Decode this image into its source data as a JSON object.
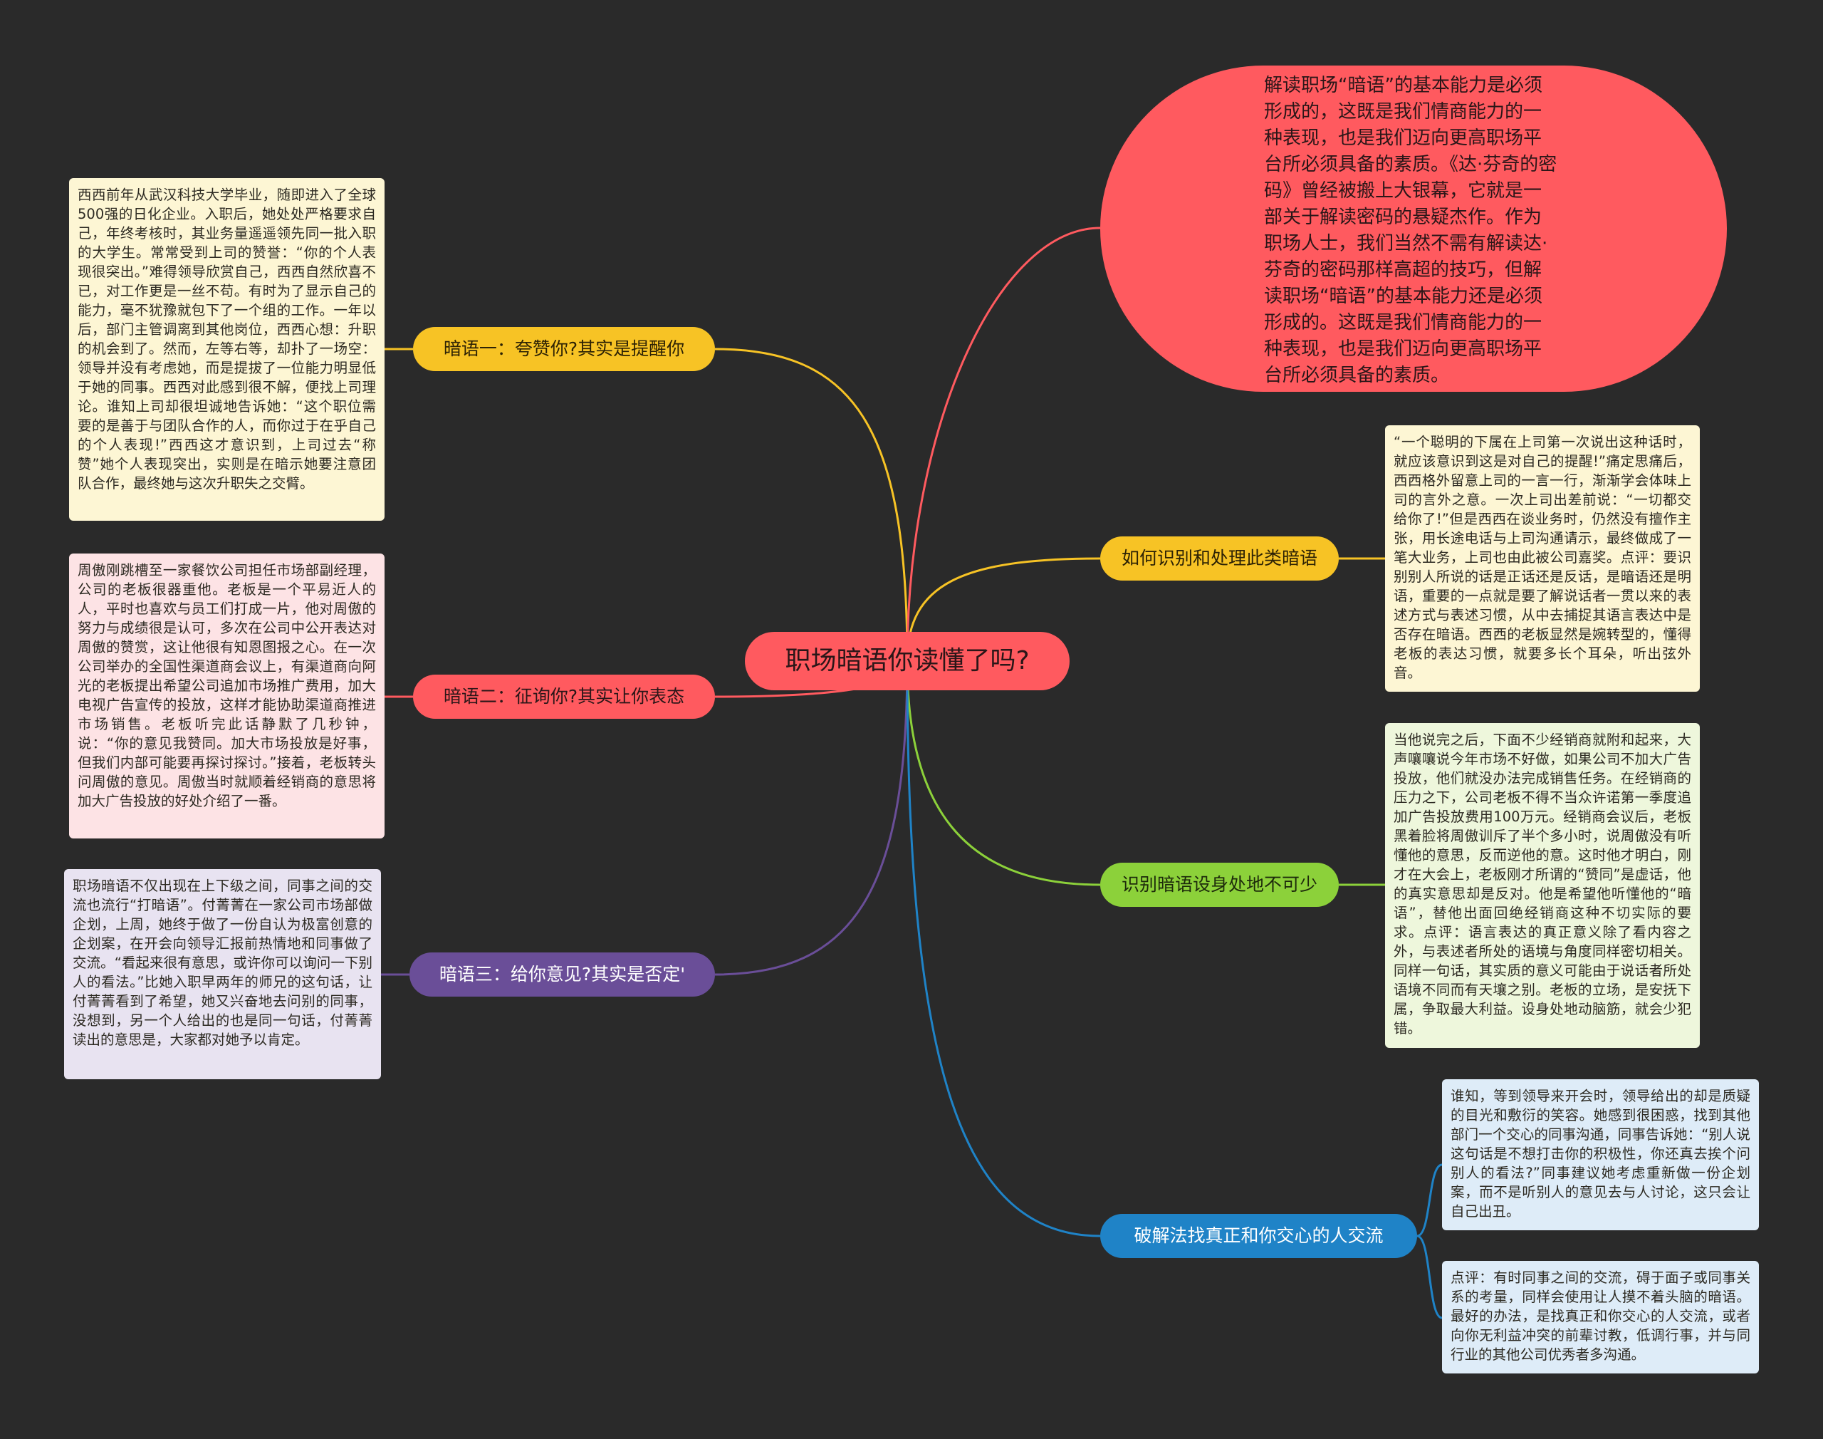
{
  "mindmap": {
    "central": "职场暗语你读懂了吗?",
    "right_summary": "解读职场“暗语”的基本能力是必须形成的，这既是我们情商能力的一种表现，也是我们迈向更高职场平台所必须具备的素质。《达·芬奇的密码》曾经被搬上大银幕，它就是一部关于解读密码的悬疑杰作。作为职场人士，我们当然不需有解读达·芬奇的密码那样高超的技巧，但解读职场“暗语”的基本能力还是必须形成的。这既是我们情商能力的一种表现，也是我们迈向更高职场平台所必须具备的素质。",
    "branches": {
      "b1": {
        "label": "暗语一：夸赞你?其实是提醒你",
        "note": "西西前年从武汉科技大学毕业，随即进入了全球500强的日化企业。入职后，她处处严格要求自己，年终考核时，其业务量遥遥领先同一批入职的大学生。常常受到上司的赞誉：“你的个人表现很突出。”难得领导欣赏自己，西西自然欣喜不已，对工作更是一丝不苟。有时为了显示自己的能力，毫不犹豫就包下了一个组的工作。一年以后，部门主管调离到其他岗位，西西心想：升职的机会到了。然而，左等右等，却扑了一场空：领导并没有考虑她，而是提拔了一位能力明显低于她的同事。西西对此感到很不解，便找上司理论。谁知上司却很坦诚地告诉她：“这个职位需要的是善于与团队合作的人，而你过于在乎自己的个人表现!”西西这才意识到，上司过去“称赞”她个人表现突出，实则是在暗示她要注意团队合作，最终她与这次升职失之交臂。"
      },
      "b2": {
        "label": "暗语二：征询你?其实让你表态",
        "note": "周傲刚跳槽至一家餐饮公司担任市场部副经理，公司的老板很器重他。老板是一个平易近人的人，平时也喜欢与员工们打成一片，他对周傲的努力与成绩很是认可，多次在公司中公开表达对周傲的赞赏，这让他很有知恩图报之心。在一次公司举办的全国性渠道商会议上，有渠道商向阿光的老板提出希望公司追加市场推广费用，加大电视广告宣传的投放，这样才能协助渠道商推进市场销售。老板听完此话静默了几秒钟，说：“你的意见我赞同。加大市场投放是好事，但我们内部可能要再探讨探讨。”接着，老板转头问周傲的意见。周傲当时就顺着经销商的意思将加大广告投放的好处介绍了一番。"
      },
      "b3": {
        "label": "暗语三：给你意见?其实是否定'",
        "note": "职场暗语不仅出现在上下级之间，同事之间的交流也流行“打暗语”。付菁菁在一家公司市场部做企划，上周，她终于做了一份自认为极富创意的企划案，在开会向领导汇报前热情地和同事做了交流。“看起来很有意思，或许你可以询问一下别人的看法。”比她入职早两年的师兄的这句话，让付菁菁看到了希望，她又兴奋地去问别的同事，没想到，另一个人给出的也是同一句话，付菁菁读出的意思是，大家都对她予以肯定。"
      },
      "b4": {
        "label": "如何识别和处理此类暗语",
        "note": "“一个聪明的下属在上司第一次说出这种话时，就应该意识到这是对自己的提醒!”痛定思痛后，西西格外留意上司的一言一行，渐渐学会体味上司的言外之意。一次上司出差前说：“一切都交给你了!”但是西西在谈业务时，仍然没有擅作主张，用长途电话与上司沟通请示，最终做成了一笔大业务，上司也由此被公司嘉奖。点评：要识别别人所说的话是正话还是反话，是暗语还是明语，重要的一点就是要了解说话者一贯以来的表述方式与表述习惯，从中去捕捉其语言表达中是否存在暗语。西西的老板显然是婉转型的，懂得老板的表达习惯，就要多长个耳朵，听出弦外音。"
      },
      "b5": {
        "label": "识别暗语设身处地不可少",
        "note": "当他说完之后，下面不少经销商就附和起来，大声嚷嚷说今年市场不好做，如果公司不加大广告投放，他们就没办法完成销售任务。在经销商的压力之下，公司老板不得不当众许诺第一季度追加广告投放费用100万元。经销商会议后，老板黑着脸将周傲训斥了半个多小时，说周傲没有听懂他的意思，反而逆他的意。这时他才明白，刚才在大会上，老板刚才所谓的“赞同”是虚话，他的真实意思却是反对。他是希望他听懂他的“暗语”，替他出面回绝经销商这种不切实际的要求。点评：语言表达的真正意义除了看内容之外，与表述者所处的语境与角度同样密切相关。同样一句话，其实质的意义可能由于说话者所处语境不同而有天壤之别。老板的立场，是安抚下属，争取最大利益。设身处地动脑筋，就会少犯错。"
      },
      "b6": {
        "label": "破解法找真正和你交心的人交流",
        "note_a": "谁知，等到领导来开会时，领导给出的却是质疑的目光和敷衍的笑容。她感到很困惑，找到其他部门一个交心的同事沟通，同事告诉她：“别人说这句话是不想打击你的积极性，你还真去挨个问别人的看法?”同事建议她考虑重新做一份企划案，而不是听别人的意见去与人讨论，这只会让自己出丑。",
        "note_b": "点评：有时同事之间的交流，碍于面子或同事关系的考量，同样会使用让人摸不着头脑的暗语。最好的办法，是找真正和你交心的人交流，或者向你无利益冲突的前辈讨教，低调行事，并与同行业的其他公司优秀者多沟通。"
      }
    },
    "colors": {
      "central": "#ff5a5f",
      "yellow": "#f7c325",
      "red": "#ff5a5f",
      "purple": "#6a4e98",
      "green": "#8cd13a",
      "blue": "#1f83c7",
      "background": "#2a2a2a"
    }
  }
}
